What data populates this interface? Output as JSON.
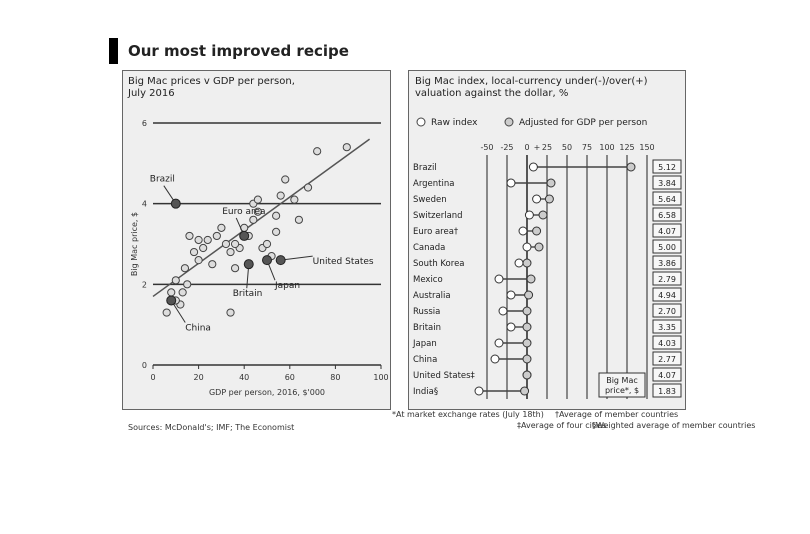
{
  "title": "Our most improved recipe",
  "left_panel": {
    "subtitle_line1": "Big Mac prices v GDP per person,",
    "subtitle_line2": "July 2016",
    "source": "Sources: McDonald's; IMF; The Economist"
  },
  "right_panel": {
    "subtitle_line1": "Big Mac index, local-currency under(-)/over(+)",
    "subtitle_line2": "valuation against the dollar, %",
    "legend_raw": "Raw index",
    "legend_adjusted": "Adjusted for GDP per person",
    "price_box_label_1": "Big Mac",
    "price_box_label_2": "price*, $",
    "footnote_1": "*At market exchange rates (July 18th)",
    "footnote_2": "†Average of member countries",
    "footnote_3": "‡Average of four cities",
    "footnote_4": "§Weighted average of member countries"
  },
  "chart_data": [
    {
      "type": "scatter",
      "title": "Big Mac prices v GDP per person, July 2016",
      "xlabel": "GDP per person, 2016, $'000",
      "ylabel": "Big Mac price, $",
      "xlim": [
        0,
        100
      ],
      "ylim": [
        0,
        6
      ],
      "x_ticks": [
        "0",
        "20",
        "40",
        "60",
        "80",
        "100"
      ],
      "y_ticks": [
        "0",
        "2",
        "4",
        "6"
      ],
      "grid": true,
      "trend_line": {
        "x": [
          0,
          95
        ],
        "y": [
          1.7,
          5.6
        ]
      },
      "points": [
        {
          "x": 8,
          "y": 1.8
        },
        {
          "x": 12,
          "y": 1.5
        },
        {
          "x": 6,
          "y": 1.3
        },
        {
          "x": 10,
          "y": 2.1
        },
        {
          "x": 14,
          "y": 2.4
        },
        {
          "x": 18,
          "y": 2.8
        },
        {
          "x": 16,
          "y": 3.2
        },
        {
          "x": 20,
          "y": 2.6
        },
        {
          "x": 22,
          "y": 2.9
        },
        {
          "x": 24,
          "y": 3.1
        },
        {
          "x": 26,
          "y": 2.5
        },
        {
          "x": 28,
          "y": 3.2
        },
        {
          "x": 30,
          "y": 3.4
        },
        {
          "x": 32,
          "y": 3.0
        },
        {
          "x": 34,
          "y": 2.8
        },
        {
          "x": 36,
          "y": 2.4
        },
        {
          "x": 38,
          "y": 2.9
        },
        {
          "x": 40,
          "y": 3.4
        },
        {
          "x": 42,
          "y": 3.2
        },
        {
          "x": 44,
          "y": 3.6
        },
        {
          "x": 46,
          "y": 3.8
        },
        {
          "x": 48,
          "y": 2.9
        },
        {
          "x": 50,
          "y": 3.0
        },
        {
          "x": 52,
          "y": 2.7
        },
        {
          "x": 54,
          "y": 3.7
        },
        {
          "x": 56,
          "y": 4.2
        },
        {
          "x": 58,
          "y": 4.6
        },
        {
          "x": 62,
          "y": 4.1
        },
        {
          "x": 64,
          "y": 3.6
        },
        {
          "x": 68,
          "y": 4.4
        },
        {
          "x": 72,
          "y": 5.3
        },
        {
          "x": 85,
          "y": 5.4
        },
        {
          "x": 44,
          "y": 4.0
        },
        {
          "x": 46,
          "y": 4.1
        },
        {
          "x": 20,
          "y": 3.1
        },
        {
          "x": 54,
          "y": 3.3
        },
        {
          "x": 34,
          "y": 1.3
        },
        {
          "x": 13,
          "y": 1.8
        },
        {
          "x": 15,
          "y": 2.0
        },
        {
          "x": 10,
          "y": 1.6
        },
        {
          "x": 36,
          "y": 3.0
        }
      ],
      "labeled_points": [
        {
          "label": "Brazil",
          "x": 10,
          "y": 4.0
        },
        {
          "label": "Euro area",
          "x": 40,
          "y": 3.2
        },
        {
          "label": "United States",
          "x": 56,
          "y": 2.6
        },
        {
          "label": "Britain",
          "x": 42,
          "y": 2.5
        },
        {
          "label": "Japan",
          "x": 50,
          "y": 2.6
        },
        {
          "label": "China",
          "x": 8,
          "y": 1.6
        }
      ]
    },
    {
      "type": "bar",
      "title": "Big Mac index, local-currency under(-)/over(+) valuation against the dollar, %",
      "x_ticks": [
        "-50",
        "-25",
        "0",
        "+",
        "25",
        "50",
        "75",
        "100",
        "125",
        "150"
      ],
      "x_range": [
        -50,
        150
      ],
      "series_names": [
        "Raw index",
        "Adjusted for GDP per person"
      ],
      "categories": [
        "Brazil",
        "Argentina",
        "Sweden",
        "Switzerland",
        "Euro area†",
        "Canada",
        "South Korea",
        "Mexico",
        "Australia",
        "Russia",
        "Britain",
        "Japan",
        "China",
        "United States‡",
        "India§"
      ],
      "raw": [
        8,
        -20,
        12,
        3,
        -5,
        0,
        -10,
        -35,
        -20,
        -30,
        -20,
        -35,
        -40,
        0,
        -60
      ],
      "adjusted": [
        130,
        30,
        28,
        20,
        12,
        15,
        0,
        5,
        2,
        0,
        0,
        0,
        0,
        0,
        -3
      ],
      "prices": [
        "5.12",
        "3.84",
        "5.64",
        "6.58",
        "4.07",
        "5.00",
        "3.86",
        "2.79",
        "4.94",
        "2.70",
        "3.35",
        "4.03",
        "2.77",
        "4.07",
        "1.83"
      ]
    }
  ]
}
